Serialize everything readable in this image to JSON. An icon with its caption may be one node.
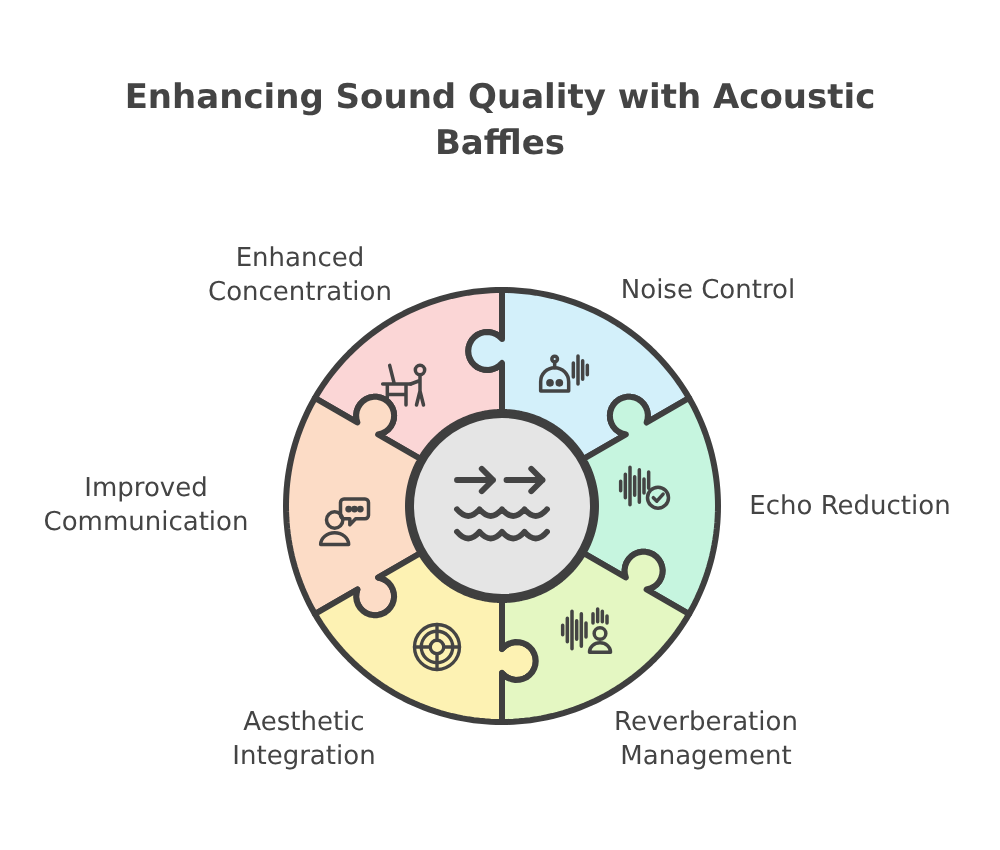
{
  "diagram": {
    "title": "Enhancing Sound Quality with Acoustic Baffles",
    "nodes": [
      {
        "text": [
          "Enhanced Concentration"
        ]
      },
      {
        "text": [
          "Noise Control"
        ]
      },
      {
        "text": [
          "Improved Communication"
        ]
      },
      {
        "text": [
          "Echo Reduction"
        ]
      },
      {
        "text": [
          "Aesthetic Integration"
        ]
      },
      {
        "text": [
          "Reverberation Management"
        ]
      },
      {
        "text": [],
        "shape": "circle"
      }
    ]
  }
}
